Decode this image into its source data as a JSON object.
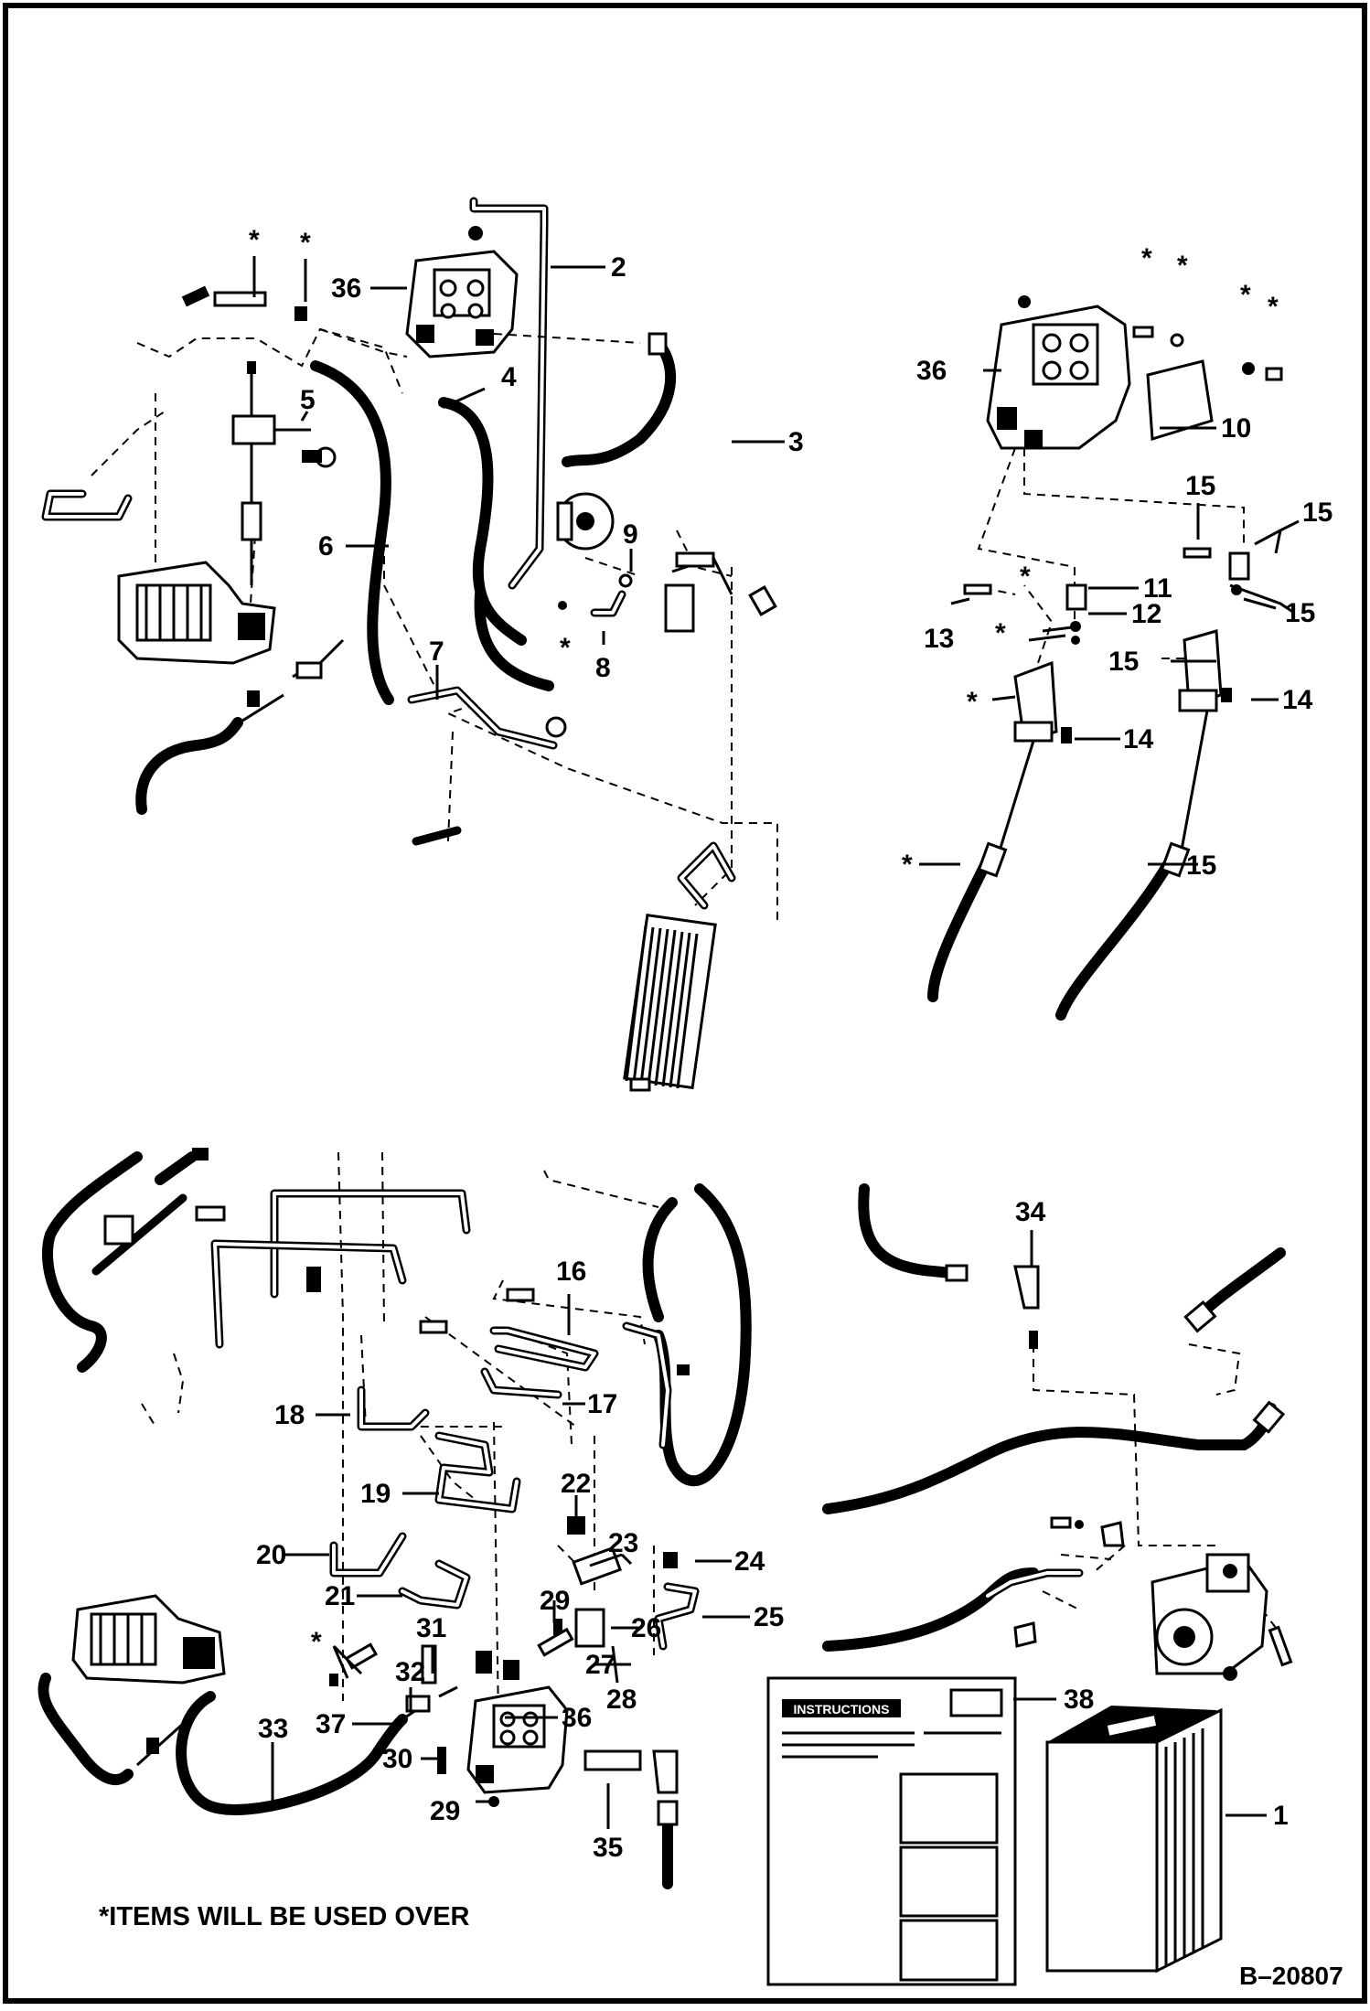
{
  "diagram": {
    "kind": "hydraulic-parts-exploded-view",
    "footnote": "*ITEMS WILL BE USED OVER",
    "figure_number": "B–20807",
    "instruction_card_title": "INSTRUCTIONS",
    "labels": {
      "l1": "1",
      "l2": "2",
      "l3": "3",
      "l4": "4",
      "l5": "5",
      "l6": "6",
      "l7": "7",
      "l8": "8",
      "l9": "9",
      "l10": "10",
      "l11": "11",
      "l12": "12",
      "l13": "13",
      "l14a": "14",
      "l14b": "14",
      "l15a": "15",
      "l15b": "15",
      "l15c": "15",
      "l15d": "15",
      "l15e": "15",
      "l16": "16",
      "l17": "17",
      "l18": "18",
      "l19": "19",
      "l20": "20",
      "l21": "21",
      "l22": "22",
      "l23": "23",
      "l24": "24",
      "l25": "25",
      "l26": "26",
      "l27": "27",
      "l28": "28",
      "l29a": "29",
      "l29b": "29",
      "l30": "30",
      "l31": "31",
      "l32": "32",
      "l33": "33",
      "l34": "34",
      "l35": "35",
      "l36a": "36",
      "l36b": "36",
      "l36c": "36",
      "l37": "37",
      "l38": "38",
      "star": "*"
    }
  }
}
